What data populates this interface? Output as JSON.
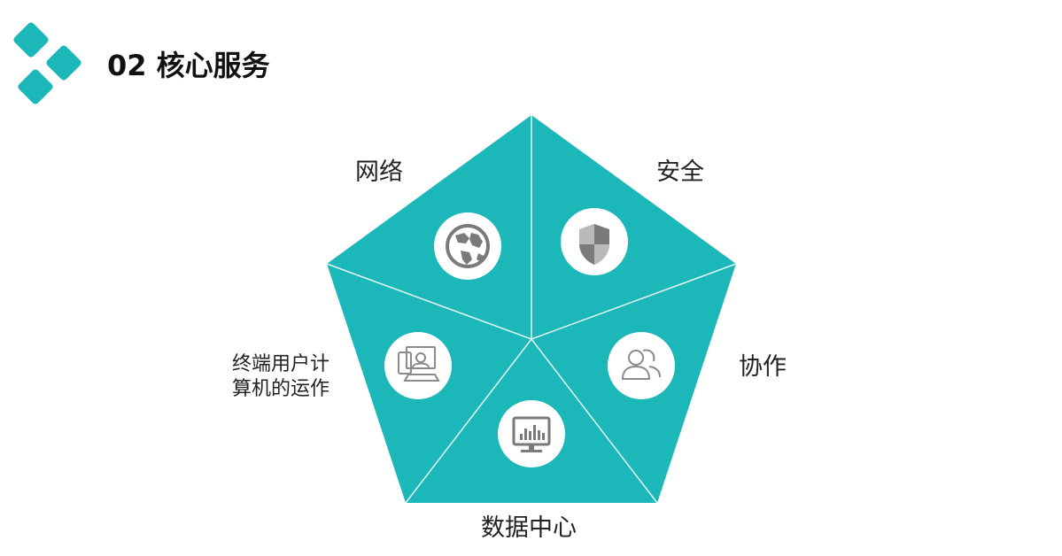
{
  "title": "02 核心服务",
  "colors": {
    "accent": "#1bb7b9",
    "divider": "#e6f7f7",
    "icon_circle": "#ffffff",
    "icon_fill": "#7a7a7a"
  },
  "segments": [
    {
      "label": "网络",
      "icon": "globe-icon"
    },
    {
      "label": "安全",
      "icon": "shield-icon"
    },
    {
      "label": "协作",
      "icon": "users-icon"
    },
    {
      "label": "数据中心",
      "icon": "monitor-chart-icon"
    },
    {
      "label": "终端用户计算机的运作",
      "icon": "devices-user-icon"
    }
  ]
}
